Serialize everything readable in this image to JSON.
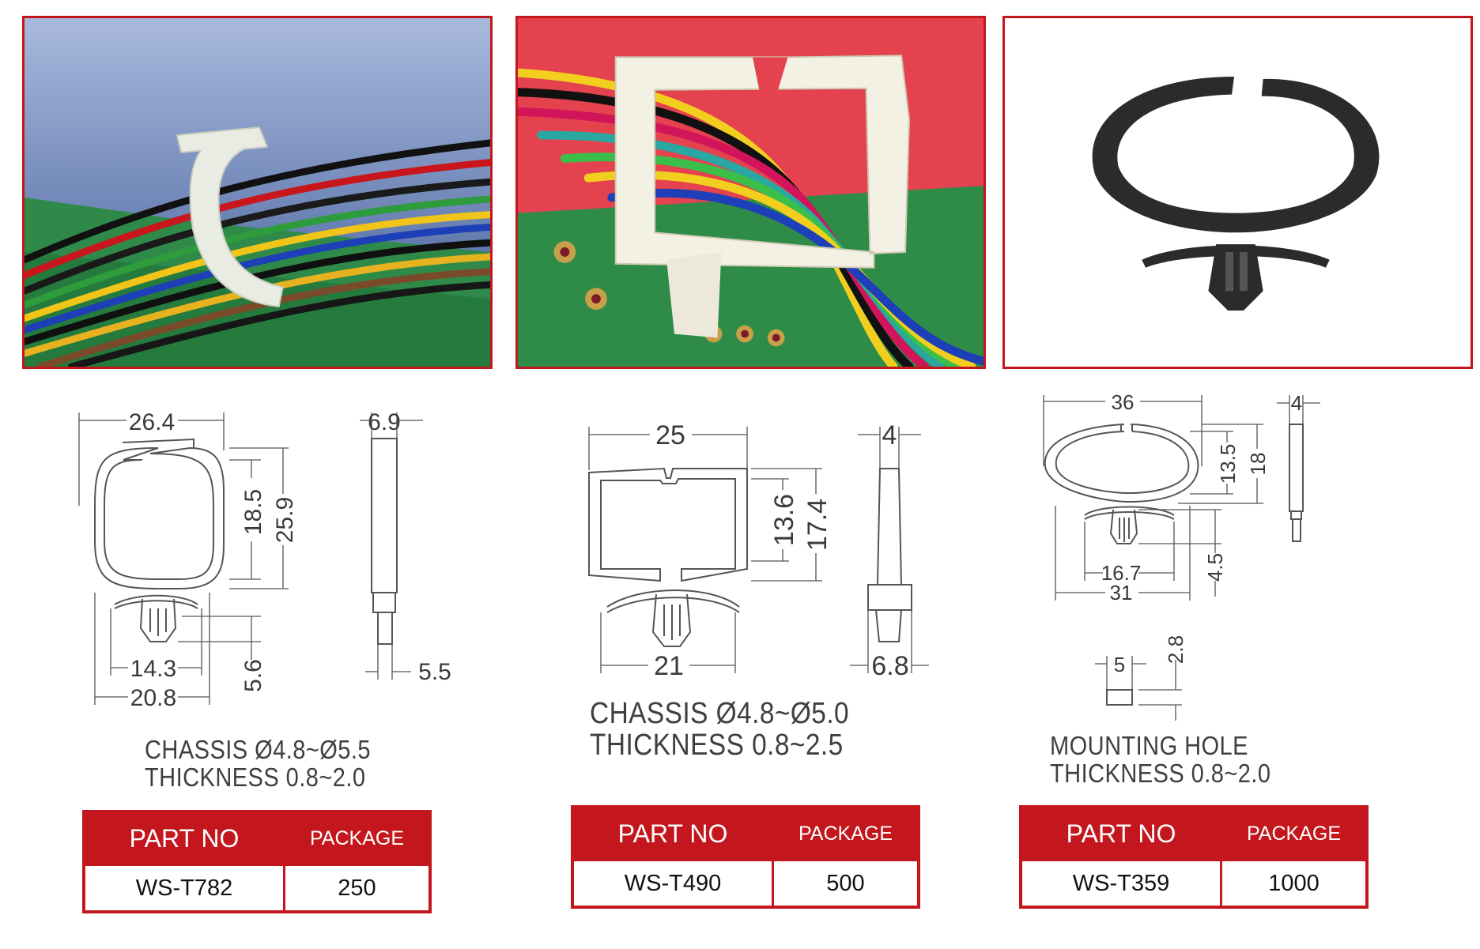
{
  "products": [
    {
      "drawing": {
        "dims": [
          "26.4",
          "6.9",
          "18.5",
          "25.9",
          "14.3",
          "20.8",
          "5.6",
          "5.5"
        ]
      },
      "spec": [
        "CHASSIS  Ø4.8~Ø5.5",
        "THICKNESS  0.8~2.0"
      ],
      "table": {
        "headers": [
          "PART NO",
          "PACKAGE"
        ],
        "part_no": "WS-T782",
        "package": "250"
      }
    },
    {
      "drawing": {
        "dims": [
          "25",
          "4",
          "13.6",
          "17.4",
          "21",
          "6.8"
        ]
      },
      "spec": [
        "CHASSIS  Ø4.8~Ø5.0",
        "THICKNESS  0.8~2.5"
      ],
      "table": {
        "headers": [
          "PART NO",
          "PACKAGE"
        ],
        "part_no": "WS-T490",
        "package": "500"
      }
    },
    {
      "drawing": {
        "dims": [
          "36",
          "4",
          "13.5",
          "18",
          "16.7",
          "31",
          "4.5",
          "5",
          "2.8"
        ]
      },
      "spec": [
        "MOUNTING  HOLE",
        "THICKNESS  0.8~2.0"
      ],
      "table": {
        "headers": [
          "PART NO",
          "PACKAGE"
        ],
        "part_no": "WS-T359",
        "package": "1000"
      }
    }
  ],
  "colors": {
    "accent": "#c3171d",
    "photo_bg_1": "#6f86b7",
    "photo_bg_2": "#e4424e"
  }
}
